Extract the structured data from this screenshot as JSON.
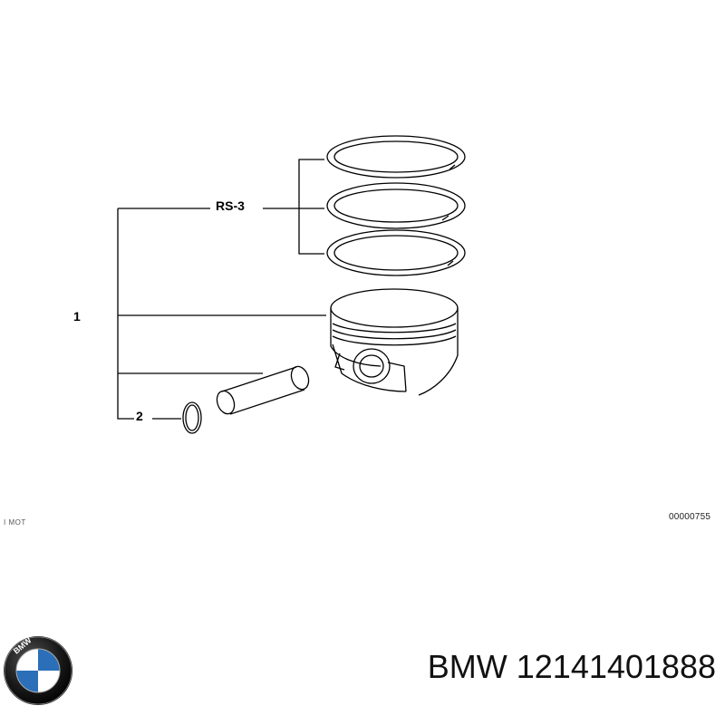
{
  "diagram": {
    "callouts": {
      "ring_set": "RS-3",
      "piston": "1",
      "circlip": "2"
    },
    "drawing_code": "00000755",
    "corner_mark": "I MOT"
  },
  "footer": {
    "brand": "BMW",
    "part_number": "12141401888",
    "logo_icon": "bmw-roundel-icon",
    "logo_colors": {
      "ring": "#111111",
      "blue": "#2a6fb8",
      "white": "#ffffff"
    }
  }
}
